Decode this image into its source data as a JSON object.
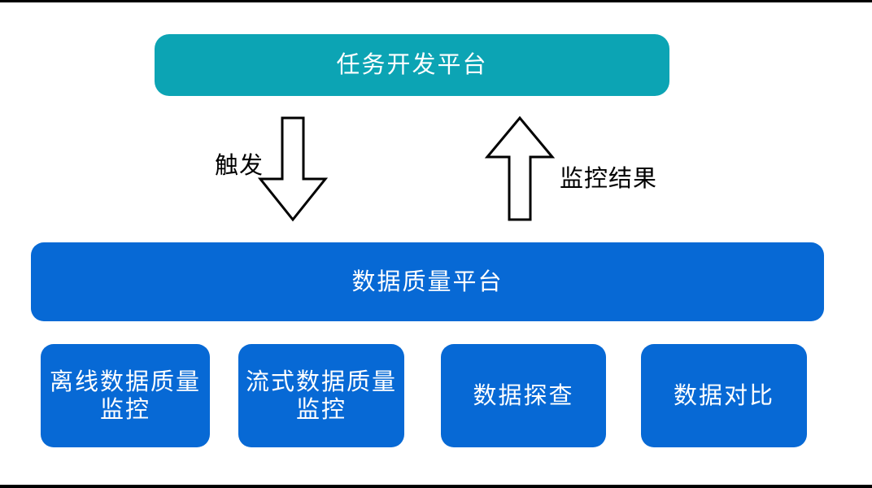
{
  "colors": {
    "teal": "#0CA4B4",
    "blue": "#0769D5",
    "arrow-outline": "#000000",
    "label-text": "#000000",
    "box-text": "#FFFFFF"
  },
  "diagram": {
    "top_box": {
      "label": "任务开发平台"
    },
    "arrows": [
      {
        "id": "trigger",
        "direction": "down",
        "label": "触发"
      },
      {
        "id": "monitor-result",
        "direction": "up",
        "label": "监控结果"
      }
    ],
    "platform_box": {
      "label": "数据质量平台"
    },
    "modules": [
      {
        "label": "离线数据质量监控",
        "lines": [
          "离线数据质量",
          "监控"
        ]
      },
      {
        "label": "流式数据质量监控",
        "lines": [
          "流式数据质量",
          "监控"
        ]
      },
      {
        "label": "数据探查",
        "lines": [
          "数据探查"
        ]
      },
      {
        "label": "数据对比",
        "lines": [
          "数据对比"
        ]
      }
    ]
  }
}
